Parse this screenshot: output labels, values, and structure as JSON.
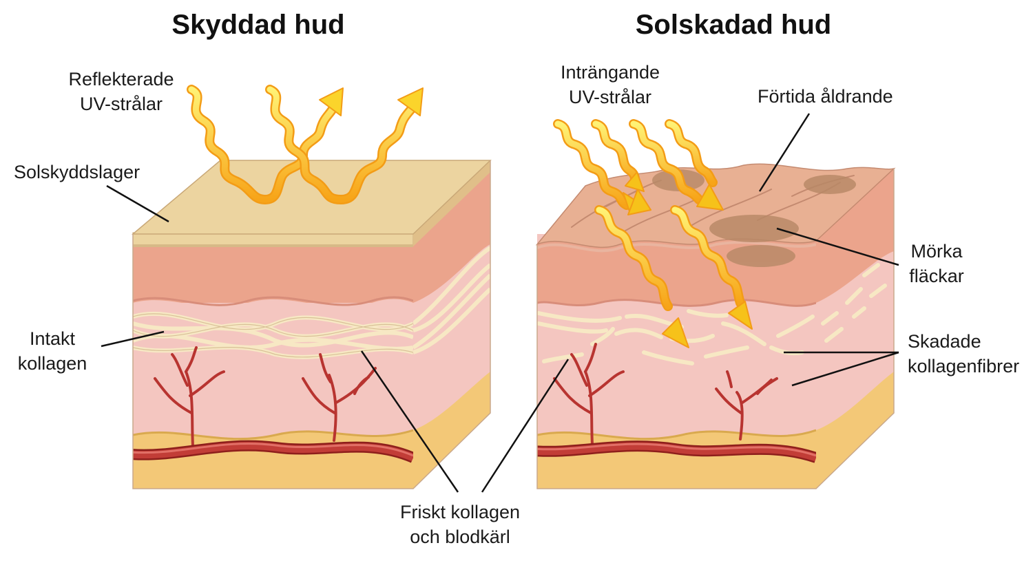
{
  "titles": {
    "protected": "Skyddad hud",
    "damaged": "Solskadad hud"
  },
  "labels": {
    "reflected_uv": [
      "Reflekterade",
      "UV-strålar"
    ],
    "sunscreen_layer": [
      "Solskyddslager"
    ],
    "intact_collagen": [
      "Intakt",
      "kollagen"
    ],
    "healthy_collagen": [
      "Friskt kollagen",
      "och blodkärl"
    ],
    "penetrating_uv": [
      "Inträngande",
      "UV-strålar"
    ],
    "premature_aging": [
      "Förtida åldrande"
    ],
    "dark_spots": [
      "Mörka",
      "fläckar"
    ],
    "damaged_fibers": [
      "Skadade",
      "kollagenfibrer"
    ]
  },
  "colors": {
    "sunscreen": "#ecd4a0",
    "epidermis": "#eba48c",
    "dermis": "#f4c6c0",
    "collagen": "#f7e8c4",
    "fat": "#f3c877",
    "vessel": "#b83430",
    "uv_ray": "#f6c21a",
    "dark_spot": "#b78866"
  }
}
